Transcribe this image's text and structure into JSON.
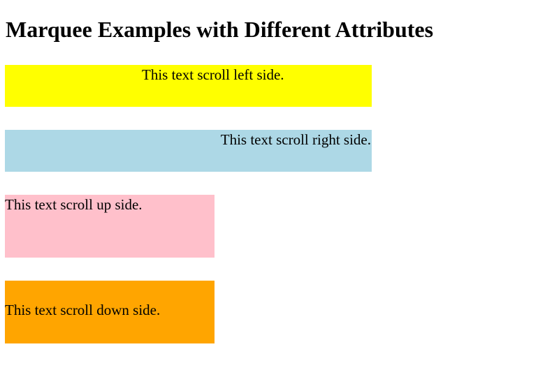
{
  "page": {
    "title": "Marquee Examples with Different Attributes"
  },
  "marquees": [
    {
      "text": "This text scroll left side.",
      "direction": "left",
      "background": "#ffff00"
    },
    {
      "text": "This text scroll right side.",
      "direction": "right",
      "background": "#add8e6"
    },
    {
      "text": "This text scroll up side.",
      "direction": "up",
      "background": "#ffc0cb"
    },
    {
      "text": "This text scroll down side.",
      "direction": "down",
      "background": "#ffa500"
    }
  ]
}
